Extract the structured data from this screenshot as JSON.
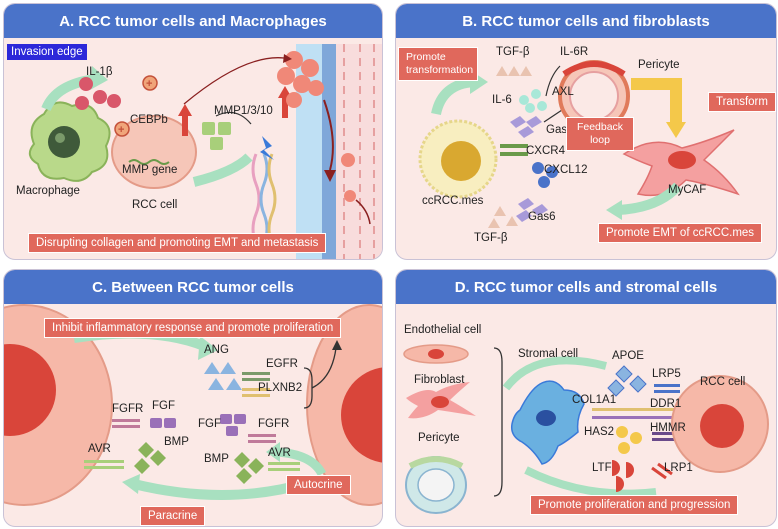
{
  "panelA": {
    "title": "A. RCC tumor cells and Macrophages",
    "invasion_edge": "Invasion edge",
    "il1b": "IL-1β",
    "cebpb": "CEBPb",
    "mmp_gene": "MMP gene",
    "mmp": "MMP1/3/10",
    "macrophage": "Macrophage",
    "rcc_cell": "RCC cell",
    "banner": "Disrupting collagen and promoting EMT and metastasis"
  },
  "panelB": {
    "title": "B. RCC tumor cells and fibroblasts",
    "promote_transformation": "Promote transformation",
    "tgfb_top": "TGF-β",
    "il6r": "IL-6R",
    "pericyte": "Pericyte",
    "il6": "IL-6",
    "axl": "AXL",
    "gas6_top": "Gas6",
    "transform": "Transform",
    "feedback_loop": "Feedback loop",
    "cxcr4": "CXCR4",
    "cxcl12": "CXCL12",
    "mycaf": "MyCAF",
    "ccrcc_mes": "ccRCC.mes",
    "gas6_bottom": "Gas6",
    "tgfb_bottom": "TGF-β",
    "banner": "Promote EMT of ccRCC.mes"
  },
  "panelC": {
    "title": "C. Between RCC tumor cells",
    "banner": "Inhibit inflammatory response and promote proliferation",
    "ang": "ANG",
    "egfr": "EGFR",
    "plxnb2": "PLXNB2",
    "fgfr_left": "FGFR",
    "fgf_left": "FGF",
    "fgf_right": "FGF",
    "fgfr_right": "FGFR",
    "avr_left": "AVR",
    "bmp_left": "BMP",
    "bmp_right": "BMP",
    "avr_right": "AVR",
    "autocrine": "Autocrine",
    "paracrine": "Paracrine"
  },
  "panelD": {
    "title": "D. RCC tumor cells and stromal cells",
    "endothelial": "Endothelial cell",
    "fibroblast": "Fibroblast",
    "pericyte": "Pericyte",
    "stromal": "Stromal cell",
    "apoe": "APOE",
    "lrp5": "LRP5",
    "col1a1": "COL1A1",
    "ddr1": "DDR1",
    "rcc_cell": "RCC cell",
    "has2": "HAS2",
    "hmmr": "HMMR",
    "ltf": "LTF",
    "lrp1": "LRP1",
    "banner": "Promote proliferation and progression"
  }
}
